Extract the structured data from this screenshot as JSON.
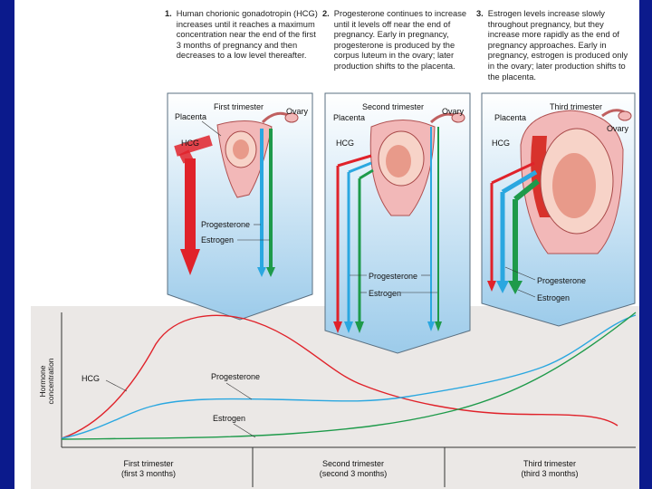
{
  "captions": [
    {
      "number": "1.",
      "text": "Human chorionic gonadotropin (HCG) increases until it reaches a maximum concentration near the end of the first 3 months of pregnancy and then decreases to a low level thereafter."
    },
    {
      "number": "2.",
      "text": "Progesterone continues to increase until it levels off near the end of pregnancy. Early in pregnancy, progesterone is produced by the corpus luteum in the ovary; later production shifts to the placenta."
    },
    {
      "number": "3.",
      "text": "Estrogen levels increase slowly throughout pregnancy, but they increase more rapidly as the end of pregnancy approaches. Early in pregnancy, estrogen is produced only in the ovary; later production shifts to the placenta."
    }
  ],
  "panels": [
    {
      "title": "First trimester",
      "placenta": "Placenta",
      "ovary": "Ovary",
      "hcg": "HCG",
      "progesterone": "Progesterone",
      "estrogen": "Estrogen"
    },
    {
      "title": "Second trimester",
      "placenta": "Placenta",
      "ovary": "Ovary",
      "hcg": "HCG",
      "progesterone": "Progesterone",
      "estrogen": "Estrogen"
    },
    {
      "title": "Third trimester",
      "placenta": "Placenta",
      "ovary": "Ovary",
      "hcg": "HCG",
      "progesterone": "Progesterone",
      "estrogen": "Estrogen"
    }
  ],
  "graph": {
    "ylabel": [
      "Hormone",
      "concentration"
    ],
    "curves": {
      "hcg": "HCG",
      "progesterone": "Progesterone",
      "estrogen": "Estrogen"
    },
    "trimesters": [
      {
        "name": "First trimester",
        "sub": "(first 3 months)"
      },
      {
        "name": "Second trimester",
        "sub": "(second 3 months)"
      },
      {
        "name": "Third trimester",
        "sub": "(third 3 months)"
      }
    ]
  },
  "colors": {
    "hcg": "#e0222a",
    "progesterone": "#2aa7e0",
    "estrogen": "#1e9a4a",
    "panel": "#b8d8ee",
    "graph_bg": "#ebe8e6"
  }
}
